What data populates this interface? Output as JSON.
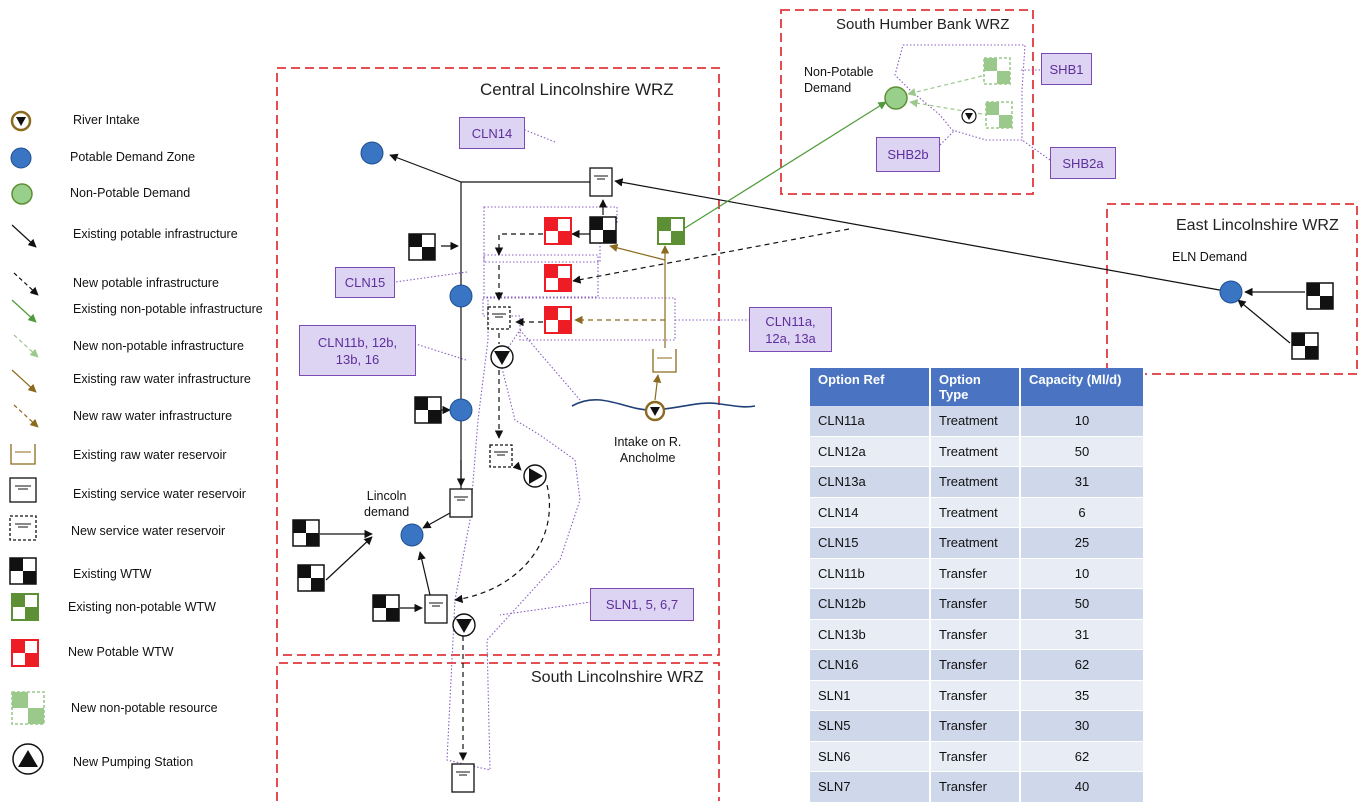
{
  "legend": [
    {
      "icon": "river-intake-icon",
      "label": "River Intake"
    },
    {
      "icon": "potable-demand-zone-icon",
      "label": "Potable Demand Zone"
    },
    {
      "icon": "non-potable-demand-icon",
      "label": "Non-Potable Demand"
    },
    {
      "icon": "existing-potable-infrastructure-icon",
      "label": "Existing potable infrastructure"
    },
    {
      "icon": "new-potable-infrastructure-icon",
      "label": "New potable infrastructure"
    },
    {
      "icon": "existing-non-potable-infrastructure-icon",
      "label": "Existing non-potable infrastructure"
    },
    {
      "icon": "new-non-potable-infrastructure-icon",
      "label": "New non-potable infrastructure"
    },
    {
      "icon": "existing-raw-water-infrastructure-icon",
      "label": "Existing raw water infrastructure"
    },
    {
      "icon": "new-raw-water-infrastructure-icon",
      "label": "New raw water infrastructure"
    },
    {
      "icon": "existing-raw-water-reservoir-icon",
      "label": "Existing raw water reservoir"
    },
    {
      "icon": "existing-service-water-reservoir-icon",
      "label": "Existing service water reservoir"
    },
    {
      "icon": "new-service-water-reservoir-icon",
      "label": "New service water reservoir"
    },
    {
      "icon": "existing-wtw-icon",
      "label": "Existing WTW"
    },
    {
      "icon": "existing-non-potable-wtw-icon",
      "label": "Existing non-potable WTW"
    },
    {
      "icon": "new-potable-wtw-icon",
      "label": "New Potable WTW"
    },
    {
      "icon": "new-non-potable-resource-icon",
      "label": "New non-potable resource"
    },
    {
      "icon": "new-pumping-station-icon",
      "label": "New Pumping Station"
    }
  ],
  "zones": {
    "central": "Central Lincolnshire WRZ",
    "south_humber": "South Humber Bank WRZ",
    "east": "East Lincolnshire WRZ",
    "south": "South Lincolnshire WRZ"
  },
  "labels": {
    "non_potable_demand": "Non-Potable\nDemand",
    "eln_demand": "ELN Demand",
    "lincoln_demand": "Lincoln\ndemand",
    "intake": "Intake on R.\nAncholme"
  },
  "callouts": {
    "cln14": "CLN14",
    "cln15": "CLN15",
    "cln11a": "CLN11a,\n12a, 13a",
    "cln11b": "CLN11b, 12b,\n13b, 16",
    "sln": "SLN1, 5, 6,7",
    "shb1": "SHB1",
    "shb2a": "SHB2a",
    "shb2b": "SHB2b"
  },
  "colors": {
    "zone_border": "#e0383c",
    "potable_demand": "#3a75c4",
    "non_potable_demand": "#98cf8a",
    "existing_non_potable_wtw": "#5d8f35",
    "new_potable_wtw": "#ee1c25",
    "raw_water": "#8b6a1e",
    "non_potable_line": "#4f9a3a",
    "callout_fill": "#ddd3f3",
    "callout_border": "#7b4bb4",
    "table_header": "#4a74c2"
  },
  "table": {
    "headers": [
      "Option Ref",
      "Option Type",
      "Capacity (Ml/d)"
    ],
    "rows": [
      [
        "CLN11a",
        "Treatment",
        "10"
      ],
      [
        "CLN12a",
        "Treatment",
        "50"
      ],
      [
        "CLN13a",
        "Treatment",
        "31"
      ],
      [
        "CLN14",
        "Treatment",
        "6"
      ],
      [
        "CLN15",
        "Treatment",
        "25"
      ],
      [
        "CLN11b",
        "Transfer",
        "10"
      ],
      [
        "CLN12b",
        "Transfer",
        "50"
      ],
      [
        "CLN13b",
        "Transfer",
        "31"
      ],
      [
        "CLN16",
        "Transfer",
        "62"
      ],
      [
        "SLN1",
        "Transfer",
        "35"
      ],
      [
        "SLN5",
        "Transfer",
        "30"
      ],
      [
        "SLN6",
        "Transfer",
        "62"
      ],
      [
        "SLN7",
        "Transfer",
        "40"
      ]
    ]
  }
}
